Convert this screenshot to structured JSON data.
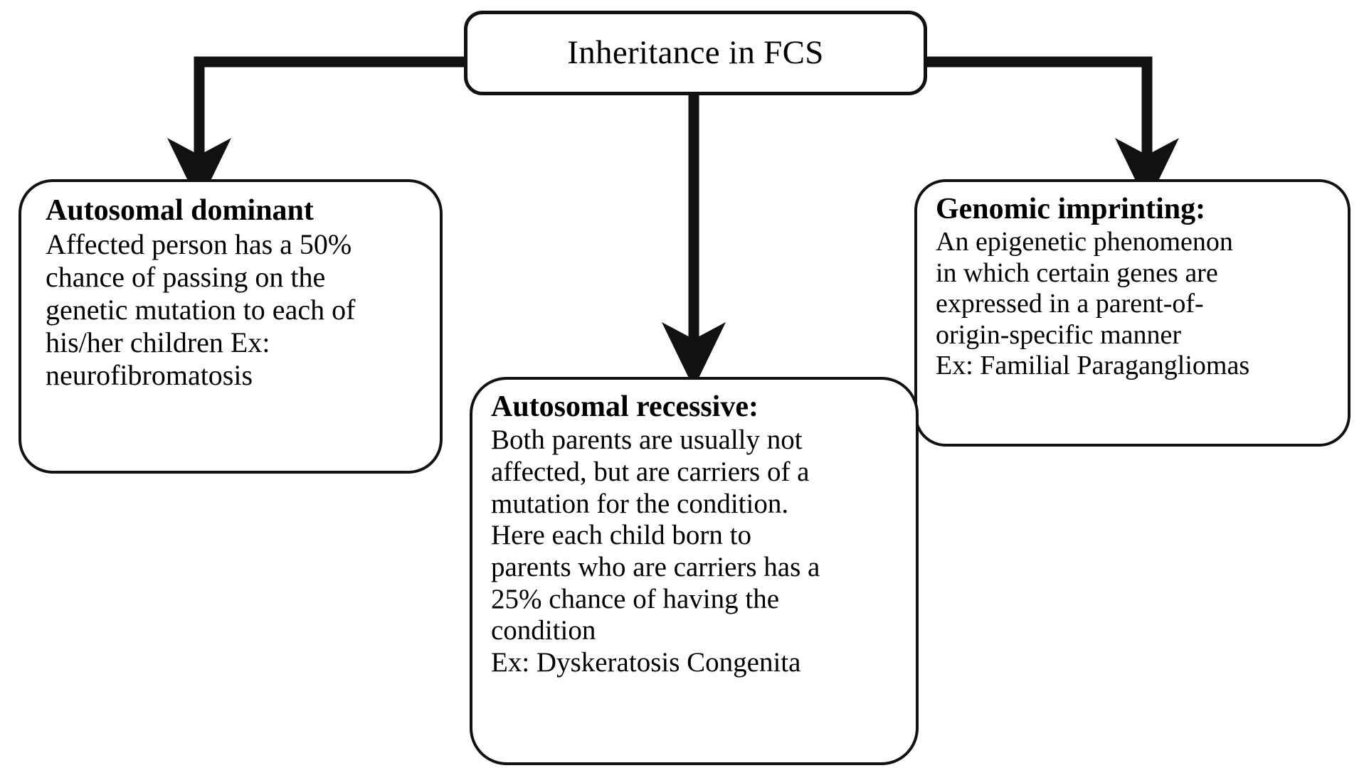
{
  "diagram": {
    "title_node": {
      "label": "Inheritance in FCS"
    },
    "branches": [
      {
        "id": "autosomal-dominant",
        "heading": "Autosomal dominant",
        "body": "Affected person has a 50%\nchance of passing on the\ngenetic mutation to each of\nhis/her children Ex:\nneurofibromatosis"
      },
      {
        "id": "autosomal-recessive",
        "heading": "Autosomal recessive:",
        "body": "Both parents are usually not\naffected, but are carriers of a\nmutation for the condition.\nHere each child born to\nparents who are carriers has a\n25% chance of having the\ncondition\nEx: Dyskeratosis Congenita"
      },
      {
        "id": "genomic-imprinting",
        "heading": "Genomic imprinting:",
        "body": "An epigenetic phenomenon\nin which certain genes are\nexpressed in a parent-of-\norigin-specific manner\nEx: Familial Paragangliomas"
      }
    ],
    "colors": {
      "stroke": "#111111",
      "background": "#ffffff",
      "text": "#000000"
    }
  }
}
